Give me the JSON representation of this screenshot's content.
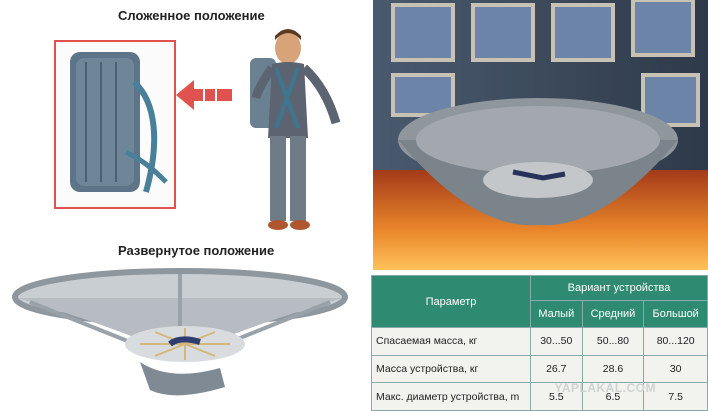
{
  "labels": {
    "folded": "Сложенное положение",
    "deployed": "Развернутое положение"
  },
  "table": {
    "header_param": "Параметр",
    "header_variant": "Вариант устройства",
    "variants": [
      "Малый",
      "Средний",
      "Большой"
    ],
    "rows": [
      {
        "param": "Спасаемая масса, кг",
        "values": [
          "30...50",
          "50...80",
          "80...120"
        ]
      },
      {
        "param": "Масса устройства, кг",
        "values": [
          "26.7",
          "28.6",
          "30"
        ]
      },
      {
        "param": "Макс. диаметр устройства, m",
        "values": [
          "5.5",
          "6.5",
          "7.5"
        ]
      }
    ]
  },
  "watermark": "YAPLAKAL.COM",
  "colors": {
    "table_header": "#2e8a70",
    "frame": "#e0524f",
    "arrow": "#e0524f"
  }
}
